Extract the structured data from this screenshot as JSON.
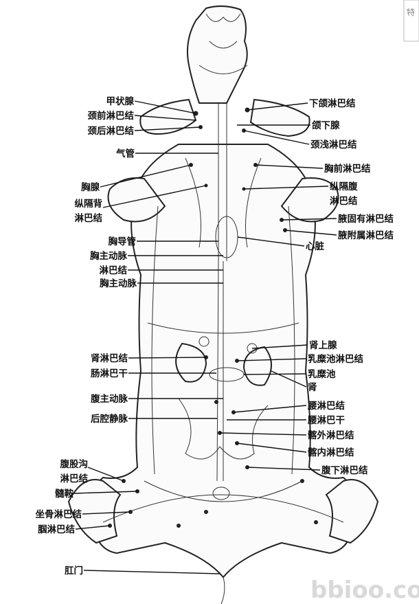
{
  "watermark": "bbioo.co",
  "corner_stamp": "特",
  "labels": {
    "left": [
      "甲状腺",
      "颈前淋巴结",
      "颈后淋巴结",
      "气管",
      "胸腺",
      "纵隔背",
      "淋巴结",
      "胸导管",
      "胸主动脉",
      "淋巴结",
      "胸主动脉",
      "肾淋巴结",
      "肠淋巴干",
      "腹主动脉",
      "后腔静脉",
      "腹股沟",
      "淋巴结",
      "髓鞍",
      "坐骨淋巴结",
      "腘淋巴结",
      "肛门"
    ],
    "right": [
      "下颌淋巴结",
      "颌下腺",
      "颈浅淋巴结",
      "胸前淋巴结",
      "纵隔腹",
      "淋巴结",
      "腋固有淋巴结",
      "腋附属淋巴结",
      "心脏",
      "肾上腺",
      "乳糜池淋巴结",
      "乳糜池",
      "肾",
      "腰淋巴结",
      "腰淋巴干",
      "髂外淋巴结",
      "髂内淋巴结",
      "腹下淋巴结"
    ]
  }
}
